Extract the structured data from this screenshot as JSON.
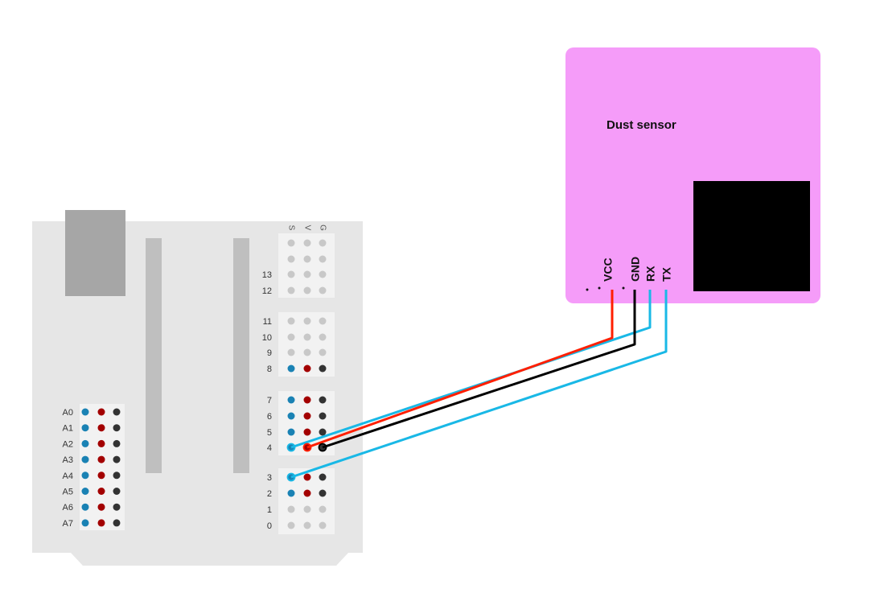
{
  "colors": {
    "board": "#e6e6e6",
    "block": "#f2f2f2",
    "usb": "#a6a6a6",
    "slot": "#bfbfbf",
    "sensor_body": "#f59cf9",
    "sensor_window": "#000000",
    "signal_pin": "#1a82b4",
    "power_pin": "#a30000",
    "ground_pin": "#333333",
    "inactive_pin": "#c8c8c8",
    "wire_vcc": "#ff1f00",
    "wire_gnd": "#000000",
    "wire_data": "#19b8e6"
  },
  "board": {
    "header_labels": [
      "S",
      "V",
      "G"
    ],
    "digital_pins": [
      {
        "label": "13",
        "active": false
      },
      {
        "label": "12",
        "active": false
      },
      {
        "label": "11",
        "active": false
      },
      {
        "label": "10",
        "active": false
      },
      {
        "label": "9",
        "active": false
      },
      {
        "label": "8",
        "active": true
      },
      {
        "label": "7",
        "active": true
      },
      {
        "label": "6",
        "active": true
      },
      {
        "label": "5",
        "active": true
      },
      {
        "label": "4",
        "active": true
      },
      {
        "label": "3",
        "active": true
      },
      {
        "label": "2",
        "active": true
      },
      {
        "label": "1",
        "active": false
      },
      {
        "label": "0",
        "active": false
      }
    ],
    "analog_pins": [
      "A0",
      "A1",
      "A2",
      "A3",
      "A4",
      "A5",
      "A6",
      "A7"
    ]
  },
  "sensor": {
    "title": "Dust sensor",
    "pins": [
      "VCC",
      "GND",
      "RX",
      "TX"
    ]
  },
  "connections": [
    {
      "sensor_pin": "RX",
      "board_pin": "4",
      "header": "S",
      "color": "wire_data"
    },
    {
      "sensor_pin": "VCC",
      "board_pin": "4",
      "header": "V",
      "color": "wire_vcc"
    },
    {
      "sensor_pin": "GND",
      "board_pin": "4",
      "header": "G",
      "color": "wire_gnd"
    },
    {
      "sensor_pin": "TX",
      "board_pin": "3",
      "header": "S",
      "color": "wire_data"
    }
  ]
}
